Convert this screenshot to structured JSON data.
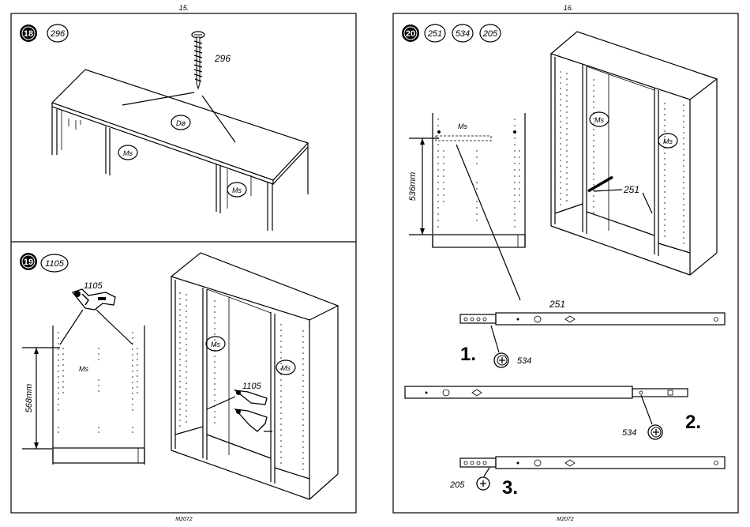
{
  "page_numbers": {
    "left": "15.",
    "right": "16."
  },
  "footer": {
    "left": "M2072",
    "right": "M2072"
  },
  "step18": {
    "number": "18",
    "part_badge": "296",
    "screw_label": "296",
    "top_label": "Dø",
    "side_label_1": "Ms",
    "side_label_2": "Ms"
  },
  "step19": {
    "number": "19",
    "part_badge": "1105",
    "hinge_label_left": "1105",
    "panel_label": "Ms",
    "dimension": "568mm",
    "hinge_label_right": "1105",
    "wardrobe_label_1": "Ms",
    "wardrobe_label_2": "Ms"
  },
  "step20": {
    "number": "20",
    "part_badges": [
      "251",
      "534",
      "205"
    ],
    "panel_label": "Ms",
    "dimension": "536mm",
    "rail_label": "251",
    "wardrobe_label_1": "Ms",
    "wardrobe_label_2": "Ms",
    "rail_top_label": "251",
    "step1": "1.",
    "step1_part": "534",
    "step2": "2.",
    "step2_part": "534",
    "step3": "3.",
    "step3_part": "205"
  }
}
